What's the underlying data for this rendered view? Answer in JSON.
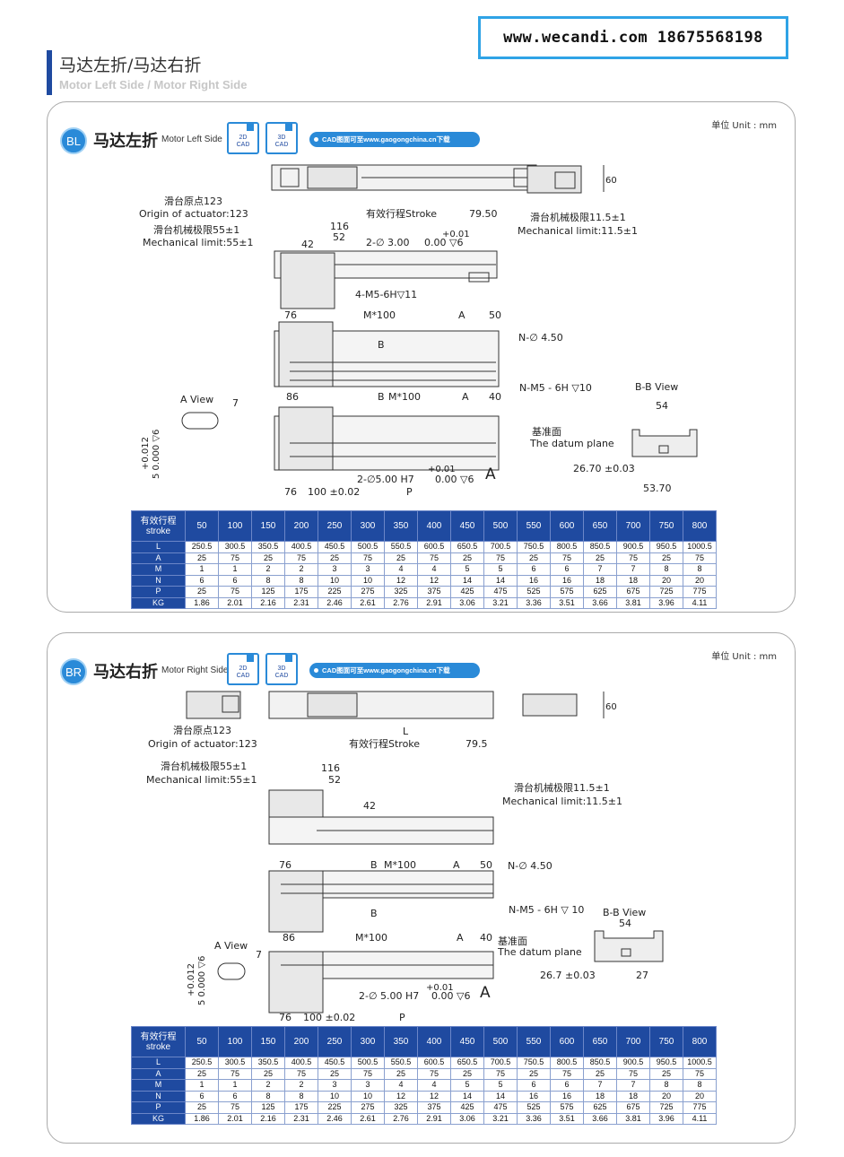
{
  "contact": "www.wecandi.com  18675568198",
  "header": {
    "title_cn": "马达左折/马达右折",
    "title_en": "Motor Left Side / Motor Right Side"
  },
  "unit_label": "单位 Unit : mm",
  "cad_2d": "2D\nCAD",
  "cad_3d": "3D\nCAD",
  "cad_link": "CAD图面可至www.gaogongchina.cn下载",
  "table_header_cn": "有效行程",
  "table_header_en": "stroke",
  "strokes": [
    "50",
    "100",
    "150",
    "200",
    "250",
    "300",
    "350",
    "400",
    "450",
    "500",
    "550",
    "600",
    "650",
    "700",
    "750",
    "800"
  ],
  "rows": [
    {
      "label": "L",
      "values": [
        "250.5",
        "300.5",
        "350.5",
        "400.5",
        "450.5",
        "500.5",
        "550.5",
        "600.5",
        "650.5",
        "700.5",
        "750.5",
        "800.5",
        "850.5",
        "900.5",
        "950.5",
        "1000.5"
      ]
    },
    {
      "label": "A",
      "values": [
        "25",
        "75",
        "25",
        "75",
        "25",
        "75",
        "25",
        "75",
        "25",
        "75",
        "25",
        "75",
        "25",
        "75",
        "25",
        "75"
      ]
    },
    {
      "label": "M",
      "values": [
        "1",
        "1",
        "2",
        "2",
        "3",
        "3",
        "4",
        "4",
        "5",
        "5",
        "6",
        "6",
        "7",
        "7",
        "8",
        "8"
      ]
    },
    {
      "label": "N",
      "values": [
        "6",
        "6",
        "8",
        "8",
        "10",
        "10",
        "12",
        "12",
        "14",
        "14",
        "16",
        "16",
        "18",
        "18",
        "20",
        "20"
      ]
    },
    {
      "label": "P",
      "values": [
        "25",
        "75",
        "125",
        "175",
        "225",
        "275",
        "325",
        "375",
        "425",
        "475",
        "525",
        "575",
        "625",
        "675",
        "725",
        "775"
      ]
    },
    {
      "label": "KG",
      "values": [
        "1.86",
        "2.01",
        "2.16",
        "2.31",
        "2.46",
        "2.61",
        "2.76",
        "2.91",
        "3.06",
        "3.21",
        "3.36",
        "3.51",
        "3.66",
        "3.81",
        "3.96",
        "4.11"
      ]
    }
  ],
  "bl": {
    "badge": "BL",
    "title_cn": "马达左折",
    "title_en": "Motor Left Side",
    "labels": {
      "origin_cn": "滑台原点123",
      "origin_en": "Origin of actuator:123",
      "mech_cn": "滑台机械极限55±1",
      "mech_en": "Mechanical limit:55±1",
      "mech_r_cn": "滑台机械极限11.5±1",
      "mech_r_en": "Mechanical limit:11.5±1",
      "stroke": "有效行程Stroke",
      "d7950": "79.50",
      "d116": "116",
      "d52": "52",
      "d42": "42",
      "pin": "2-∅ 3.00",
      "pin_tol": "+0.01",
      "pin_tol2": "0.00 ▽6",
      "m5": "4-M5-6H▽11",
      "d60": "60",
      "d76a": "76",
      "m100a": "M*100",
      "aa": "A",
      "d50": "50",
      "nphi": "N-∅ 4.50",
      "b1": "B",
      "d86": "86",
      "b2": "B",
      "m100b": "M*100",
      "ab": "A",
      "d40": "40",
      "nm5": "N-M5 - 6H ▽10",
      "bbview": "B-B View",
      "d54": "54",
      "aview": "A View",
      "d7": "7",
      "tol012": "+0.012",
      "tol000": "5  0.000 ▽6",
      "datum_cn": "基准面",
      "datum_en": "The datum plane",
      "d2670": "26.70 ±0.03",
      "d5370": "53.70",
      "h7tol": "+0.01",
      "h7": "2-∅5.00 H7",
      "h7b": "0.00 ▽6",
      "bigA": "A",
      "d76b": "76",
      "d100": "100 ±0.02",
      "pp": "P"
    }
  },
  "br": {
    "badge": "BR",
    "title_cn": "马达右折",
    "title_en": "Motor Right Side",
    "labels": {
      "origin_cn": "滑台原点123",
      "origin_en": "Origin of actuator:123",
      "ll": "L",
      "stroke": "有效行程Stroke",
      "d795": "79.5",
      "mech_cn": "滑台机械极限55±1",
      "mech_en": "Mechanical limit:55±1",
      "d116": "116",
      "d52": "52",
      "d42": "42",
      "mech_r_cn": "滑台机械极限11.5±1",
      "mech_r_en": "Mechanical limit:11.5±1",
      "d60": "60",
      "d76a": "76",
      "b1": "B",
      "m100a": "M*100",
      "aa": "A",
      "d50": "50",
      "nphi": "N-∅ 4.50",
      "b2": "B",
      "nm5": "N-M5 - 6H ▽ 10",
      "bbview": "B-B View",
      "d54": "54",
      "d86": "86",
      "m100b": "M*100",
      "ab": "A",
      "d40": "40",
      "datum_cn": "基准面",
      "datum_en": "The datum plane",
      "aview": "A View",
      "d7": "7",
      "tol012": "+0.012",
      "tol000": "5  0.000 ▽6",
      "d267": "26.7 ±0.03",
      "d27": "27",
      "h7tol": "+0.01",
      "h7": "2-∅ 5.00 H7",
      "h7b": "0.00 ▽6",
      "bigA": "A",
      "d76b": "76",
      "d100": "100 ±0.02",
      "pp": "P"
    }
  }
}
